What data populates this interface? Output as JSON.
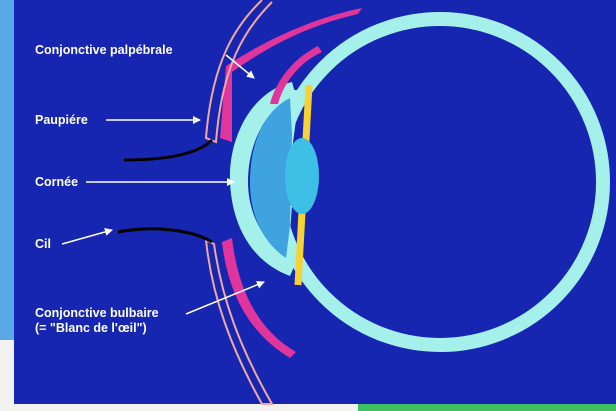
{
  "labels": {
    "conjonctive_palpebrale": "Conjonctive palpébrale",
    "paupiere": "Paupiére",
    "cornee": "Cornée",
    "cil": "Cil",
    "conjonctive_bulbaire_line1": "Conjonctive bulbaire",
    "conjonctive_bulbaire_line2": "(= \"Blanc de l'œil\")"
  },
  "colors": {
    "background": "#1626b0",
    "left_band": "#5aa8e8",
    "bottom_band": "#f2f2f2",
    "sclera": "#a6f0ec",
    "cornea": "#3fa3e0",
    "lens": "#3ec0e6",
    "conjunctiva": "#e0359c",
    "eyelid_outline": "#f0a8a0",
    "ciliary": "#f6d233",
    "eyelash": "#000000",
    "green_strip": "#3cc060",
    "text": "#ffffff"
  }
}
